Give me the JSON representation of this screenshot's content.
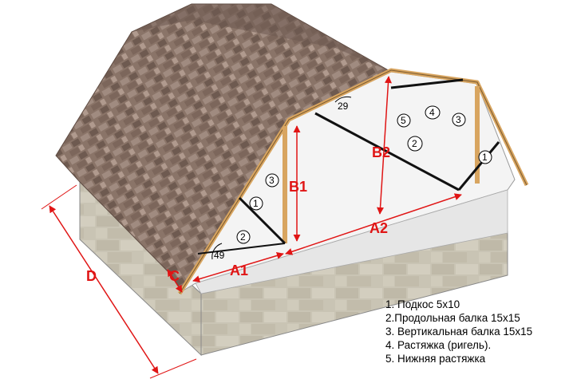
{
  "colors": {
    "dimension": "#e01515",
    "roof": "#8a7468",
    "shingle_dark": "#6e5a50",
    "shingle_light": "#a08b80",
    "wall": "#c9c4b4",
    "wood": "#d8a560"
  },
  "dimensions": {
    "a1": "A1",
    "a2": "A2",
    "b1": "B1",
    "b2": "B2",
    "c": "C",
    "d": "D"
  },
  "callouts": {
    "c1_left": "1",
    "c2_left": "2",
    "c3_left": "3",
    "c1_right": "1",
    "c2_mid": "2",
    "c3_right": "3",
    "c4": "4",
    "c5": "5",
    "angle_49": "49",
    "angle_29": "29"
  },
  "legend": {
    "items": [
      "1. Подкос 5х10",
      "2.Продольная балка 15х15",
      "3. Вертикальная балка 15х15",
      "4. Растяжка (ригель).",
      "5. Нижняя растяжка"
    ]
  }
}
